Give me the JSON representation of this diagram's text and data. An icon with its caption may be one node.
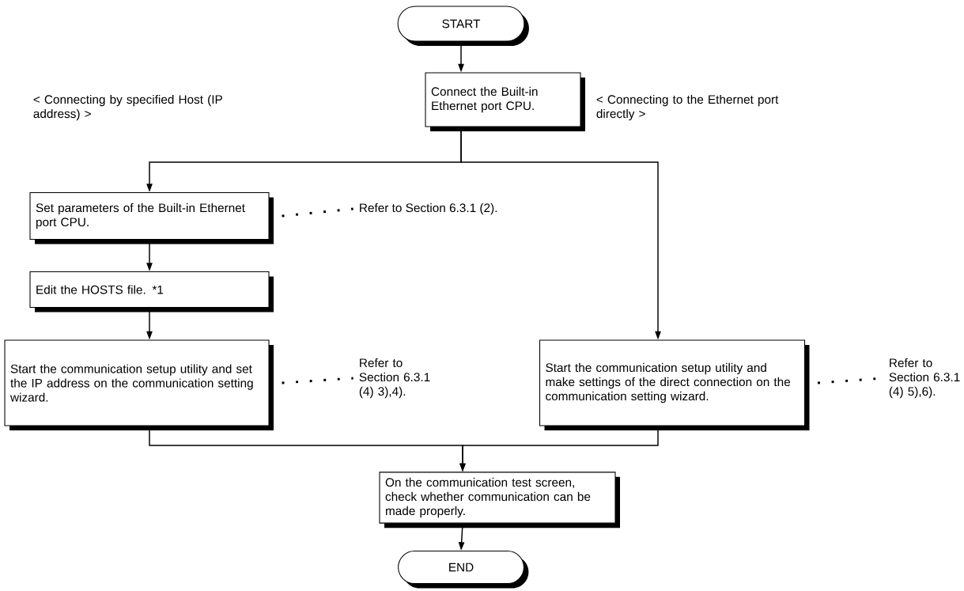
{
  "diagram": {
    "nodes": [
      {
        "text": [
          "START"
        ]
      },
      {
        "text": [
          "Connect the Built-in Ethernet port CPU."
        ]
      },
      {
        "text": [
          "Set parameters of the Built-in Ethernet port CPU."
        ]
      },
      {
        "text": [
          "Edit the HOSTS file. *1"
        ]
      },
      {
        "text": [
          "Start the communication setup utility and set the IP address on the communication setting wizard."
        ]
      },
      {
        "text": [
          "Start the communication setup utility and make settings of the direct connection on the communication setting wizard."
        ]
      },
      {
        "text": [
          "On the communication test screen, check whether communication can be made properly."
        ]
      },
      {
        "text": [
          "END"
        ]
      },
      {
        "text": [
          "Refer to Section 6.3.1 (2)."
        ]
      },
      {
        "text": [
          "Refer to Section 6.3.1 (4) 3),4)."
        ]
      },
      {
        "text": [
          "Refer to Section 6.3.1 (4) 5),6)."
        ]
      }
    ],
    "edges": [
      {
        "from": 0,
        "to": 1,
        "arrow": "to"
      },
      {
        "from": 1,
        "to": 2,
        "arrow": "to"
      },
      {
        "from": 1,
        "to": 5,
        "arrow": "to"
      },
      {
        "from": 2,
        "to": 3,
        "arrow": "to"
      },
      {
        "from": 3,
        "to": 4,
        "arrow": "to"
      },
      {
        "from": 4,
        "to": 6,
        "arrow": "to"
      },
      {
        "from": 5,
        "to": 6,
        "arrow": "to"
      },
      {
        "from": 6,
        "to": 7,
        "arrow": "to"
      },
      {
        "from": 2,
        "to": 8,
        "arrow": "none",
        "style": "dashed"
      },
      {
        "from": 4,
        "to": 9,
        "arrow": "none",
        "style": "dashed"
      },
      {
        "from": 5,
        "to": 10,
        "arrow": "none",
        "style": "dashed"
      }
    ],
    "labels": [
      "< Connecting by specified Host (IP address) >",
      "< Connecting to the Ethernet port directly >"
    ]
  }
}
